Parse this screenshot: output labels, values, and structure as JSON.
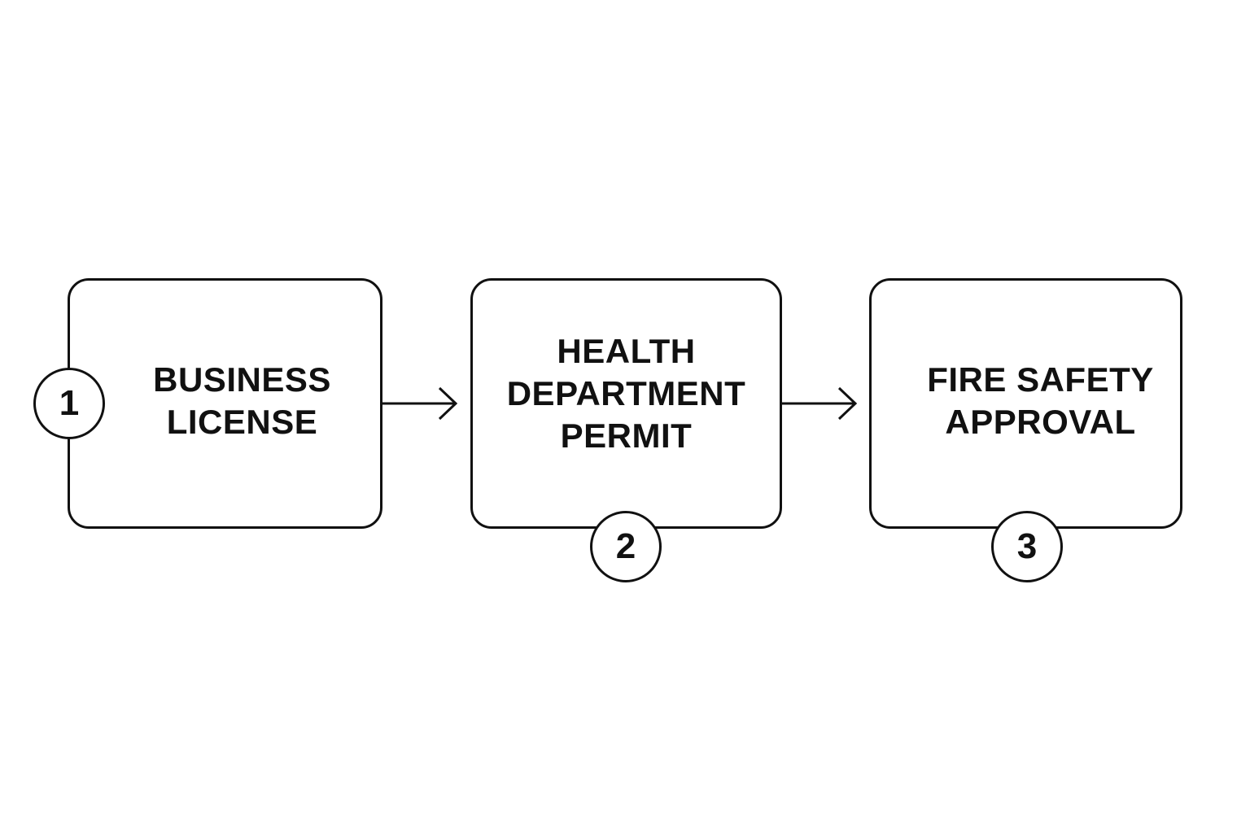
{
  "steps": [
    {
      "number": "1",
      "title": "BUSINESS\nLICENSE"
    },
    {
      "number": "2",
      "title": "HEALTH\nDEPARTMENT\nPERMIT"
    },
    {
      "number": "3",
      "title": "FIRE SAFETY\nAPPROVAL"
    }
  ],
  "connectors": [
    {
      "from": "1",
      "to": "2",
      "icon": "arrow-right-icon"
    },
    {
      "from": "2",
      "to": "3",
      "icon": "arrow-right-icon"
    }
  ],
  "colors": {
    "stroke": "#111111",
    "background": "#ffffff"
  }
}
